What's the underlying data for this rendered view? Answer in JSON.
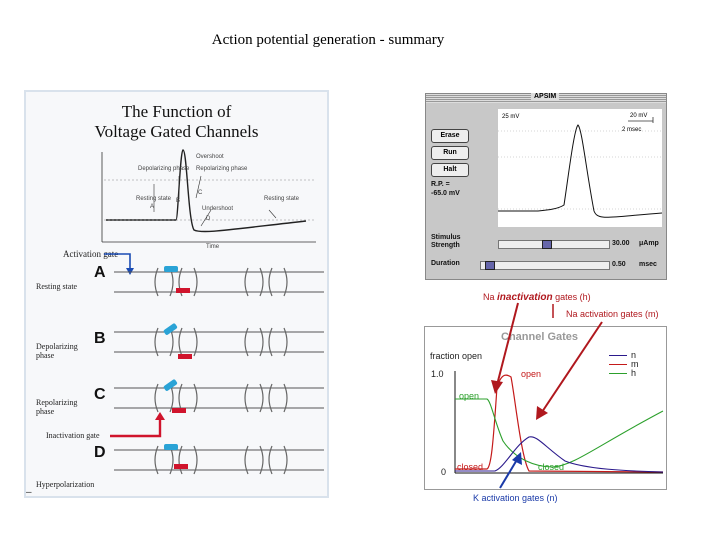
{
  "title": "Action potential generation - summary",
  "left_figure": {
    "heading_line1": "The Function of",
    "heading_line2": "Voltage Gated Channels",
    "ap_labels": {
      "depolarizing_phase": "Depolarizing phase",
      "overshoot": "Overshoot",
      "repolarizing_phase": "Repolarizing phase",
      "resting_state_a": "Resting state",
      "resting_state_b": "Resting state",
      "undershoot": "Undershoot",
      "letter_a": "A",
      "letter_b": "B",
      "letter_c": "C",
      "letter_d": "D",
      "time": "Time"
    },
    "activation_gate_label": "Activation gate",
    "inactivation_gate_label": "Inactivation gate",
    "sections": [
      {
        "letter": "A",
        "label": "Resting state"
      },
      {
        "letter": "B",
        "label": "Depolarizing phase"
      },
      {
        "letter": "C",
        "label": "Repolarizing phase"
      },
      {
        "letter": "D",
        "label": "Hyperpolarization"
      }
    ],
    "colors": {
      "na_channel": "#2aa3d6",
      "k_channel": "#d0142c",
      "membrane": "#555555"
    }
  },
  "apsim": {
    "window_title": "APSIM",
    "buttons": [
      "Erase",
      "Run",
      "Halt"
    ],
    "rp_label": "R.P. =",
    "rp_value": "-65.0 mV",
    "y_top": "25 mV",
    "y_top_right": "20 mV",
    "time_scale": "2 msec",
    "stimulus_label": "Stimulus Strength",
    "stimulus_value": "30.00",
    "stimulus_unit": "μAmp",
    "stimulus_level": 0.42,
    "duration_label": "Duration",
    "duration_value": "0.50",
    "duration_unit": "msec",
    "duration_level": 0.03
  },
  "annotations": {
    "na_inactivation_prefix": "Na ",
    "na_inactivation_word": "inactivation",
    "na_inactivation_suffix": " gates (h)",
    "na_activation": "Na activation gates (m)",
    "k_activation": "K activation gates (n)"
  },
  "channel_gates": {
    "title": "Channel Gates",
    "y_label": "fraction open",
    "y_max_label": "1.0",
    "y_min_label": "0",
    "open_label_red": "open",
    "open_label_green": "open",
    "closed_label_red": "closed",
    "closed_label_green": "closed",
    "legend": [
      {
        "name": "n",
        "color": "#2b1a8c"
      },
      {
        "name": "m",
        "color": "#c41a1a"
      },
      {
        "name": "h",
        "color": "#2ca02c"
      }
    ]
  }
}
